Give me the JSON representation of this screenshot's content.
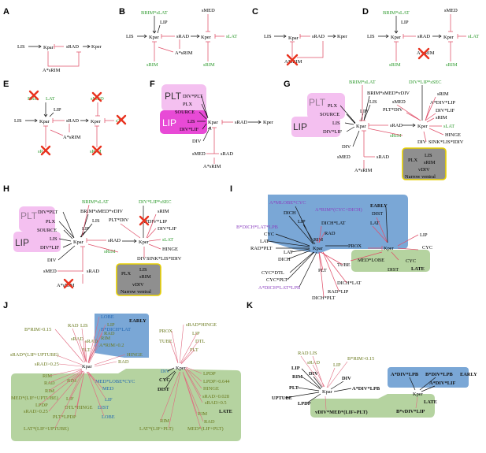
{
  "panels": {
    "A": {
      "letter": "A",
      "LIS": "LIS",
      "Kpar": "Kpar",
      "sRAD": "sRAD",
      "Kper": "Kper",
      "AsRIM": "A*sRIM"
    },
    "B": {
      "letter": "B",
      "BRIMsLAT": "BRIM*sLAT",
      "LIP": "LIP",
      "LIS": "LIS",
      "Kpar": "Kpar",
      "sRAD": "sRAD",
      "Kper": "Kper",
      "sMED": "sMED",
      "sLAT": "sLAT",
      "AsRIM": "A*sRIM",
      "sRIM": "sRIM"
    },
    "C": {
      "letter": "C",
      "LIS": "LIS",
      "Kpar": "Kpar",
      "sRAD": "sRAD",
      "Kper": "Kper",
      "AsRIM": "A*sRIM"
    },
    "D": {
      "letter": "D",
      "BRIMsLAT": "BRIM*sLAT",
      "LIP": "LIP",
      "LIS": "LIS",
      "Kpar": "Kpar",
      "sRAD": "sRAD",
      "Kper": "Kper",
      "sMED": "sMED",
      "sLAT": "sLAT",
      "AsRIM": "A*sRIM",
      "sRIM": "sRIM"
    },
    "E": {
      "letter": "E",
      "BRD": "BRD",
      "LAT": "LAT",
      "sMED": "sMED",
      "LIP": "LIP",
      "LIS": "LIS",
      "Kpar": "Kpar",
      "sRAD": "sRAD",
      "Kper": "Kper",
      "sT": "sT",
      "AsRIM": "A*sRIM",
      "sR1": "sR",
      "sR2": "sRIM"
    },
    "F": {
      "letter": "F",
      "PLT": "PLT",
      "LIP": "LIP",
      "DIVPLT": "DIV*PLT",
      "PLX": "PLX",
      "SOURCE": "SOURCE",
      "LIS": "LIS",
      "DIVLIF": "DIV*LIF",
      "Kpar": "Kpar",
      "sRAD": "sRAD",
      "Kper": "Kper",
      "DIV": "DIV",
      "sMED": "sMED",
      "sRAD2": "sRAD",
      "AsRIM": "A*sRIM"
    },
    "G": {
      "letter": "G",
      "BRIMsLAT": "BRIM*sLAT",
      "DIVLIPsSEC": "DIV*LIP*sSEC",
      "PLT": "PLT",
      "LIP": "LIP",
      "PLX": "PLX",
      "SOURCE": "SOURCE",
      "LIS": "LIS",
      "DIVLIF": "DIV*LIF",
      "BRIMsMEDvDIV": "BRIM*sMED*vDIV",
      "LIP2": "LIP",
      "LIS2": "LIS",
      "sMED": "sMED",
      "PLTDIV": "PLT*DIV",
      "sRIM": "sRIM",
      "ADIVLIP": "A*DIV*LIP",
      "sRAD": "sRAD",
      "sRIM2": "sRIM",
      "Kpar": "Kpar",
      "Kper": "Kper",
      "sLAT": "sLAT",
      "HINGE": "HINGE",
      "DIV": "DIV",
      "SINK": "SINK*LIS*IDIV",
      "DIV2": "DIV",
      "sMED2": "sMED",
      "sRAD2": "sRAD",
      "AsRIM": "A*sRIM",
      "boxLIS": "LIS",
      "boxPLX": "PLX",
      "boxsRIM": "sRIM",
      "boxvDIV": "vDIV",
      "narrow": "Narrow ventral"
    },
    "H": {
      "letter": "H",
      "BRIMsLAT": "BRIM*sLAT",
      "DIVLIPsSEC": "DIV*LIP*sSEC",
      "PLT": "PLT",
      "LIP": "LIP",
      "DIVPLT": "DIV*PLT",
      "PLX": "PLX",
      "SOURCE": "SOURCE",
      "LIS": "LIS",
      "DIVLIF": "DIV*LIF",
      "BRIMsMEDvDIV": "BRIM*sMED*vDIV",
      "LIS2": "LIS",
      "LIP2": "LIP",
      "PLTDIV": "PLT*DIV",
      "sRIM": "sRIM",
      "ADIVLIP": "A*DIV*LIP",
      "DIVLIF2": "DIV*LIF",
      "Kpar": "Kpar",
      "sRAD": "sRAD",
      "Kper": "Kper",
      "sLAT": "sLAT",
      "sRIM2": "sRIM",
      "HINGE": "HINGE",
      "SINK": "SINK*LIS*IDIV",
      "DIV": "DIV",
      "sMED": "sMED",
      "sRAD2": "sRAD",
      "DIV2": "DIV",
      "AsRIM": "A*sRIM",
      "boxLIS": "LIS",
      "boxsRIM": "sRIM",
      "boxPLX": "PLX",
      "boxvDIV": "vDIV",
      "narrow": "Narrow ventral"
    },
    "I": {
      "letter": "I",
      "AMLOBECYC": "A*MLOBE*CYC",
      "ARIMCYCDICH": "A*RIM*(CYC+DICH)",
      "EARLY": "EARLY",
      "DICH": "DICH",
      "LIP": "LIP",
      "DICHLAT": "DICH*LAT",
      "RAD": "RAD",
      "RIM": "RIM",
      "DIST": "DIST",
      "LAT": "LAT",
      "BDICHLATLPB": "B*DICH*LAT*LPB",
      "CYC": "CYC",
      "LAT2": "LAT",
      "RADPLT": "RAD*PLT",
      "Kpar": "Kpar",
      "PROX": "PROX",
      "Kper": "Kper",
      "LIP2": "LIP",
      "CYC2": "CYC",
      "MEDLOBE": "MED*LOBE",
      "CYC3": "CYC",
      "LATE": "LATE",
      "LAT3": "LAT",
      "DICH2": "DICH",
      "TUBE": "TUBE",
      "DIST2": "DIST",
      "CYCDTL": "CYC*DTL",
      "CYCPLT": "CYC*PLT",
      "PLT": "PLT",
      "ADICHLATLPB": "A*DICH*LAT*LPB",
      "DICHLAT2": "DICH*LAT",
      "RADLIP": "RAD*LIP",
      "DICHPLT": "DICH*PLT"
    },
    "J": {
      "letter": "J",
      "EARLY": "EARLY",
      "LOBE": "LOBE",
      "LIP": "LIP",
      "RAD": "RAD",
      "RIM": "RIM",
      "ARIM": "A*RIM>0.2",
      "HINGE": "HINGE",
      "RAD2": "RAD",
      "BRIM": "B*RIM>0.15",
      "RAD3": "RAD",
      "LIS": "LIS",
      "sRAD": "sRAD",
      "PLT": "PLT",
      "sRAD2": "sRAD",
      "BDICHLAT": "B*DICH*LAT",
      "sRADLIP": "sRAD*(LIP+UPTUBE)",
      "sRADgt": "sRAD>0.25",
      "Kpar": "Kpar",
      "RIM2": "RIM",
      "RAD4": "RAD",
      "RIM3": "RIM",
      "MEDLIF": "MED*(LIF+UPTUBE)",
      "LPDP": "LPDP",
      "sRAD3": "sRAD>0.25",
      "LATLIF": "LAT*(LIF+UPTUBE)",
      "RIM4": "RIM",
      "DTLHINGE": "DTL*HINGE",
      "LIF": "LIF",
      "PLTLPDP": "PLT*LPDP",
      "MEDLOBECYC": "MED*LOBE*CYC",
      "MED": "MED",
      "LIF2": "LIF",
      "DIST": "DIST",
      "LOBE2": "LOBE",
      "sRADHINGE": "sRAD*HINGE",
      "PROX": "PROX",
      "LIP2": "LIP",
      "TUBE": "TUBE",
      "DTL": "DTL",
      "PLT2": "PLT",
      "DIV": "DIV",
      "Kper": "Kper",
      "CYC": "CYC",
      "DIST2": "DIST",
      "LPDP2": "LPDP",
      "LPDPgt": "LPDP>0.644",
      "HINGE2": "HINGE",
      "sRAD4": "sRAD>0.028",
      "sRAD5": "sRAD>0.5",
      "LATE": "LATE",
      "RIM5": "RIM",
      "LATLIFPLT": "LAT*(LIF+PLT)",
      "MEDLIFPLT": "MED*(LIF+PLT)",
      "RIM6": "RIM",
      "RAD5": "RAD"
    },
    "K": {
      "letter": "K",
      "RAD": "RAD",
      "LIS": "LIS",
      "sRAD": "sRAD",
      "BRIM": "B*RIM>0.15",
      "LIP": "LIP",
      "RIM": "RIM",
      "PLT": "PLT",
      "DIV": "DIV",
      "ADIVLPB": "A*DIV*LPB",
      "UPTUBE": "UPTUBE",
      "LPDP": "LPDP",
      "Kpar": "Kpar",
      "vDIV": "vDIV*MED*(LIF+PLT)",
      "ADIVLPB2": "A*DIV*LPB",
      "BDIVLPB": "B*DIV*LPB",
      "EARLY": "EARLY",
      "ADIVLIF": "A*DIV*LIF",
      "Kper": "Kper",
      "LATE": "LATE",
      "BvDIVLIP": "B*vDIV*LIP"
    }
  },
  "colors": {
    "green": "#2e9a2e",
    "purple": "#8a3fbf",
    "olive": "#6b7a1f",
    "blue": "#2468b3",
    "red": "#e0506a",
    "early_box": "#7aa7d6",
    "late_box": "#b5d3a0",
    "plt_box": "#f4c0f0",
    "lip_box": "#e84ad6",
    "ventral_box": "#8f8f8f",
    "ventral_border": "#e8d000"
  }
}
